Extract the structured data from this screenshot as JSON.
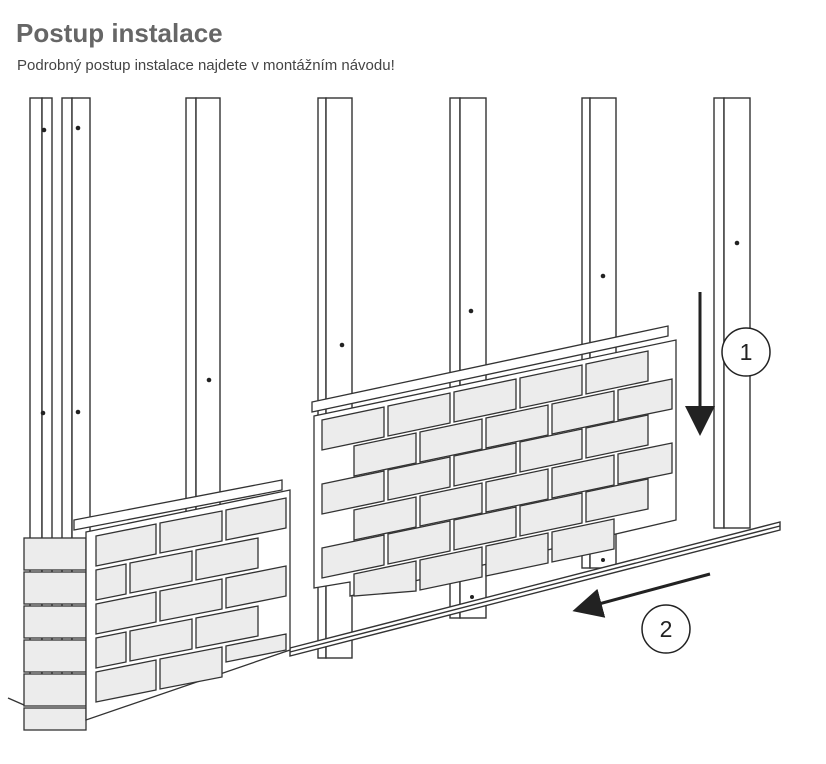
{
  "header": {
    "title": "Postup instalace",
    "subtitle": "Podrobný postup instalace najdete v montážním návodu!"
  },
  "steps": [
    {
      "label": "1"
    },
    {
      "label": "2"
    }
  ],
  "colors": {
    "line": "#333333",
    "brick_fill": "#ececec",
    "panel_fill": "#ffffff",
    "title": "#666666"
  }
}
